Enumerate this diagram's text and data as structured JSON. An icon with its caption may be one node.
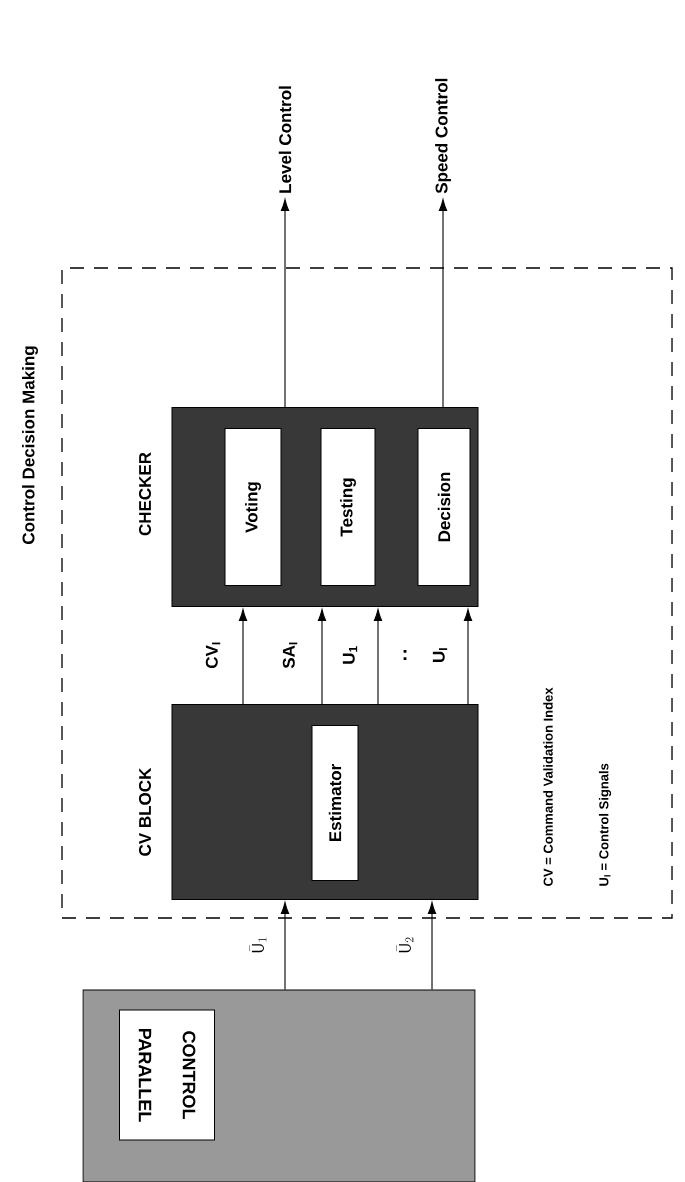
{
  "diagram": {
    "nodes": [
      {
        "text": [
          "Control Decision Making"
        ]
      },
      {
        "text": [
          "CV BLOCK"
        ],
        "in": 0
      },
      {
        "text": [
          "Estimator"
        ],
        "in": 1
      },
      {
        "text": [
          "CHECKER"
        ],
        "in": 0
      },
      {
        "text": [
          "Voting"
        ],
        "in": 3
      },
      {
        "text": [
          "Testing"
        ],
        "in": 3
      },
      {
        "text": [
          "Decision"
        ],
        "in": 3
      },
      {
        "text": [],
        "shape": "box"
      },
      {
        "text": [
          "PARALLEL",
          "CONTROL"
        ],
        "in": 7
      },
      {
        "text": [
          "Level Control"
        ]
      },
      {
        "text": [
          "Speed Control"
        ]
      }
    ],
    "edges": [
      {
        "from": 7,
        "to": 1,
        "arrow": "to",
        "label": "\\bar{\\mathsf{U}}_{1}"
      },
      {
        "from": 7,
        "to": 1,
        "arrow": "to",
        "label": "\\bar{\\mathsf{U}}_{2}"
      },
      {
        "from": 1,
        "to": 3,
        "arrow": "to",
        "label": "CV$_{I}$"
      },
      {
        "from": 1,
        "to": 3,
        "arrow": "to",
        "label": "SA$_{I}$"
      },
      {
        "from": 1,
        "to": 3,
        "arrow": "to",
        "label": "U$_{1}$"
      },
      {
        "from": 1,
        "to": 3,
        "arrow": "to",
        "label": "U$_{I}$"
      },
      {
        "from": 3,
        "to": 9,
        "arrow": "to"
      },
      {
        "from": 3,
        "to": 10,
        "arrow": "to"
      }
    ],
    "labels": [
      ":",
      "CV = Command Validation Index",
      "U$_{I}$ = Control Signals"
    ]
  }
}
